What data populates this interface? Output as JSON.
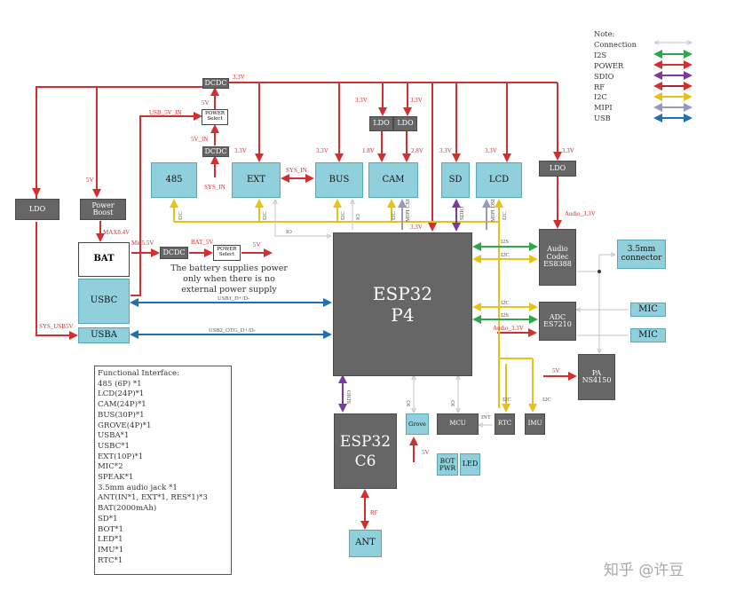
{
  "colors": {
    "power": "#d42e2e",
    "i2c": "#e7c31a",
    "i2s": "#2aa84a",
    "sdio": "#7a3aa0",
    "usb": "#1f6fb5",
    "mipi": "#9a9ab8",
    "io": "#c8c8d0",
    "module_fill": "#8fd0dc",
    "chip_fill": "#666666"
  },
  "blocks": {
    "esp32p4": "ESP32\nP4",
    "esp32c6": "ESP32\nC6",
    "ant": "ANT",
    "b485": "485",
    "ext": "EXT",
    "bus": "BUS",
    "cam": "CAM",
    "sd": "SD",
    "lcd": "LCD",
    "ldo_left": "LDO",
    "power_boost": "Power Boost",
    "bat": "BAT",
    "usbc": "USBC",
    "usba": "USBA",
    "dcdc_top": "DCDC",
    "power_select_top": "POWER\nSelect",
    "dcdc_mid": "DCDC",
    "dcdc_bat": "DCDC",
    "power_select_bat": "POWER\nSelect",
    "ldo_cam1": "LDO",
    "ldo_cam2": "LDO",
    "ldo_audio": "LDO",
    "audio_codec": "Audio\nCodec\nES8388",
    "connector": "3.5mm\nconnector",
    "adc": "ADC\nES7210",
    "mic1": "MIC",
    "mic2": "MIC",
    "pa": "PA\nNS4150",
    "rtc": "RTC",
    "imu": "IMU",
    "mcu": "MCU",
    "grove": "Grove",
    "bot_pwr": "BOT\nPWR",
    "led": "LED"
  },
  "labels": {
    "v33_top": "3.3V",
    "v5_top": "5V",
    "usb5v_in": "USB_5V_IN",
    "v5_in": "5V_IN",
    "sys_in_top": "SYS_IN",
    "v33_ext": "3.3V",
    "v33_bus": "3.3V",
    "v33_cam_a": "3.3V",
    "v33_cam_b": "3.3V",
    "v18": "1.8V",
    "v28": "2.8V",
    "v33_sd": "3.3V",
    "v33_lcd": "3.3V",
    "v33_ldo": "3.3V",
    "v33_p4": "3.3V",
    "sys_in_ext": "SYS_IN",
    "v5_boost": "5V",
    "max84": "MAX8.4V",
    "min5": "Min5.5V",
    "bat5v": "BAT_5V",
    "v5_bat": "5V",
    "sys_usb5v": "SYS_USB5V",
    "audio33": "Audio_3.3V",
    "audio33b": "Audio_3.3V",
    "v5_pa": "5V",
    "v5_grove": "5V",
    "rf": "RF",
    "usb1": "USB1_D+/D-",
    "usb2": "USB2_OTG_D+/D-",
    "io_top": "IO",
    "sdio_c6": "SDIO",
    "sdio_sd": "SDIO",
    "io_grove": "IO",
    "io_mcu": "IO",
    "int": "INT",
    "mipi_cam": "MIPI CSI",
    "mipi_lcd": "MIPI DSI",
    "i2c_485": "I2C",
    "i2c_ext": "I2C",
    "i2c_bus": "I2C",
    "io_bus": "IO",
    "i2c_cam": "I2C",
    "i2c_lcd": "I2C",
    "i2s_codec": "I2S",
    "i2c_codec": "I2C",
    "i2c_adc": "I2C",
    "i2s_adc": "I2S",
    "i2c_rtc": "I2C",
    "i2c_imu": "I2C"
  },
  "caption": "The battery supplies power only when there is no external power supply",
  "note": {
    "title": "Note:",
    "items": [
      "Connection",
      "I2S",
      "POWER",
      "SDIO",
      "RF",
      "I2C",
      "MIPI",
      "USB"
    ]
  },
  "interface": {
    "title": "Functional Interface:",
    "items": [
      "485 (6P) *1",
      "LCD(24P)*1",
      "CAM(24P)*1",
      "BUS(30P)*1",
      "GROVE(4P)*1",
      "USBA*1",
      "USBC*1",
      "EXT(10P)*1",
      "MIC*2",
      "SPEAK*1",
      "3.5mm audio jack *1",
      "ANT(IN*1, EXT*1, RES*1)*3",
      "BAT(2000mAh)",
      "SD*1",
      "BOT*1",
      "LED*1",
      "IMU*1",
      "RTC*1"
    ]
  },
  "watermark": "知乎 @许豆"
}
